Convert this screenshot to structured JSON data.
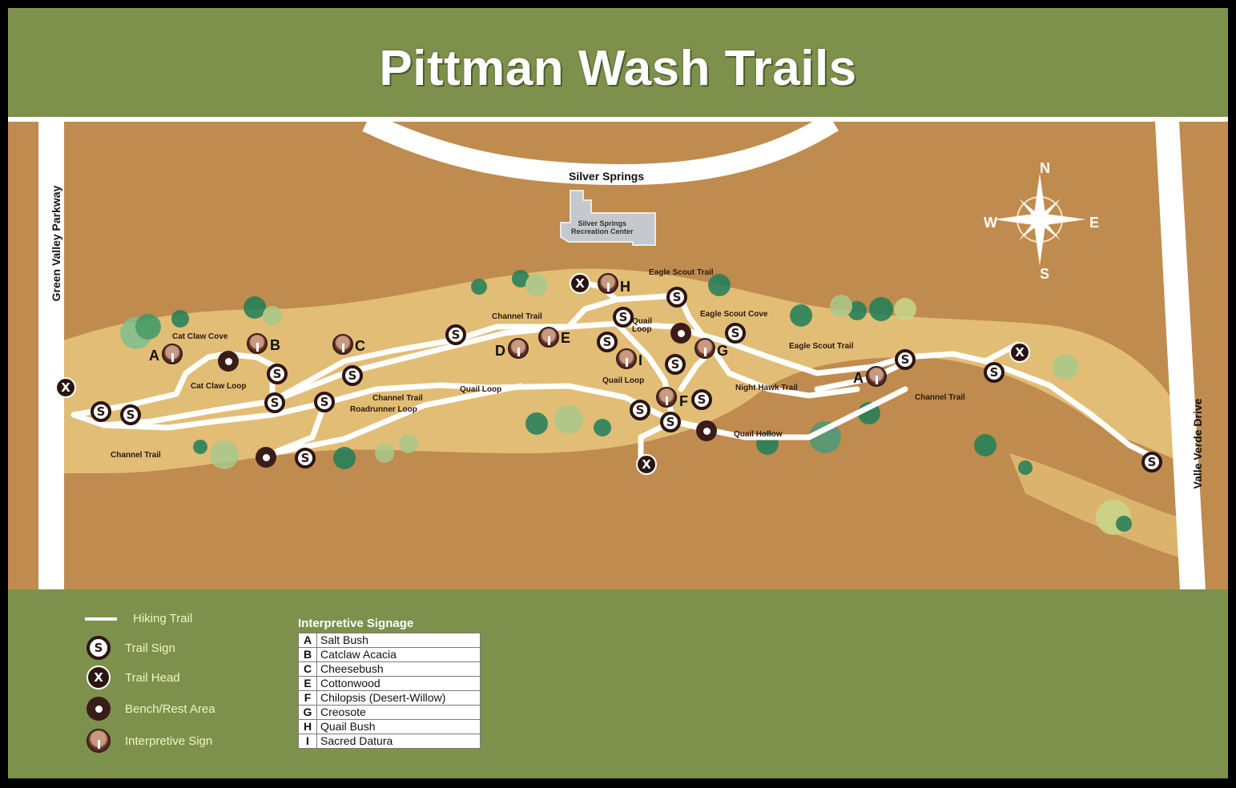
{
  "title": "Pittman Wash Trails",
  "colors": {
    "frame_green": "#7d914c",
    "desert_brown": "#c08b4e",
    "wash_tan": "#e2bd76",
    "trail_white": "#ffffff",
    "marker_dark": "#2b1512",
    "tree_dark_green": "#1f7f5a",
    "tree_light_green": "#a8c98a"
  },
  "roads": {
    "top": "Silver Springs",
    "left": "Green Valley Parkway",
    "right": "Valle Verde Drive"
  },
  "building": {
    "line1": "Silver Springs",
    "line2": "Recreation Center"
  },
  "compass": {
    "n": "N",
    "s": "S",
    "e": "E",
    "w": "W"
  },
  "trail_labels": {
    "cat_claw_cove": "Cat Claw Cove",
    "cat_claw_loop": "Cat Claw Loop",
    "channel_trail_sw": "Channel Trail",
    "channel_trail_mid": "Channel Trail",
    "roadrunner_loop": "Roadrunner Loop",
    "quail_loop_w": "Quail Loop",
    "channel_trail_n": "Channel Trail",
    "eagle_scout_trail_n": "Eagle Scout Trail",
    "eagle_scout_cove": "Eagle Scout Cove",
    "quail_loop_a": "Quail",
    "quail_loop_b": "Loop",
    "quail_loop_c": "Quail Loop",
    "night_hawk_trail": "Night Hawk Trail",
    "quail_hollow": "Quail Hollow",
    "eagle_scout_trail_e": "Eagle Scout Trail",
    "channel_trail_e": "Channel Trail"
  },
  "sign_letters": {
    "a1": "A",
    "b": "B",
    "c": "C",
    "d": "D",
    "e": "E",
    "f": "F",
    "g": "G",
    "h": "H",
    "i": "I",
    "a2": "A"
  },
  "marker_glyphs": {
    "trail_sign": "S",
    "trail_head": "X"
  },
  "legend": {
    "items": [
      {
        "label": "Hiking Trail"
      },
      {
        "label": "Trail Sign"
      },
      {
        "label": "Trail Head"
      },
      {
        "label": "Bench/Rest Area"
      },
      {
        "label": "Interpretive Sign"
      }
    ]
  },
  "signage": {
    "title": "Interpretive Signage",
    "rows": [
      {
        "key": "A",
        "name": "Salt Bush"
      },
      {
        "key": "B",
        "name": "Catclaw Acacia"
      },
      {
        "key": "C",
        "name": "Cheesebush"
      },
      {
        "key": "E",
        "name": "Cottonwood"
      },
      {
        "key": "F",
        "name": "Chilopsis (Desert-Willow)"
      },
      {
        "key": "G",
        "name": "Creosote"
      },
      {
        "key": "H",
        "name": "Quail Bush"
      },
      {
        "key": "I",
        "name": "Sacred Datura"
      }
    ]
  }
}
